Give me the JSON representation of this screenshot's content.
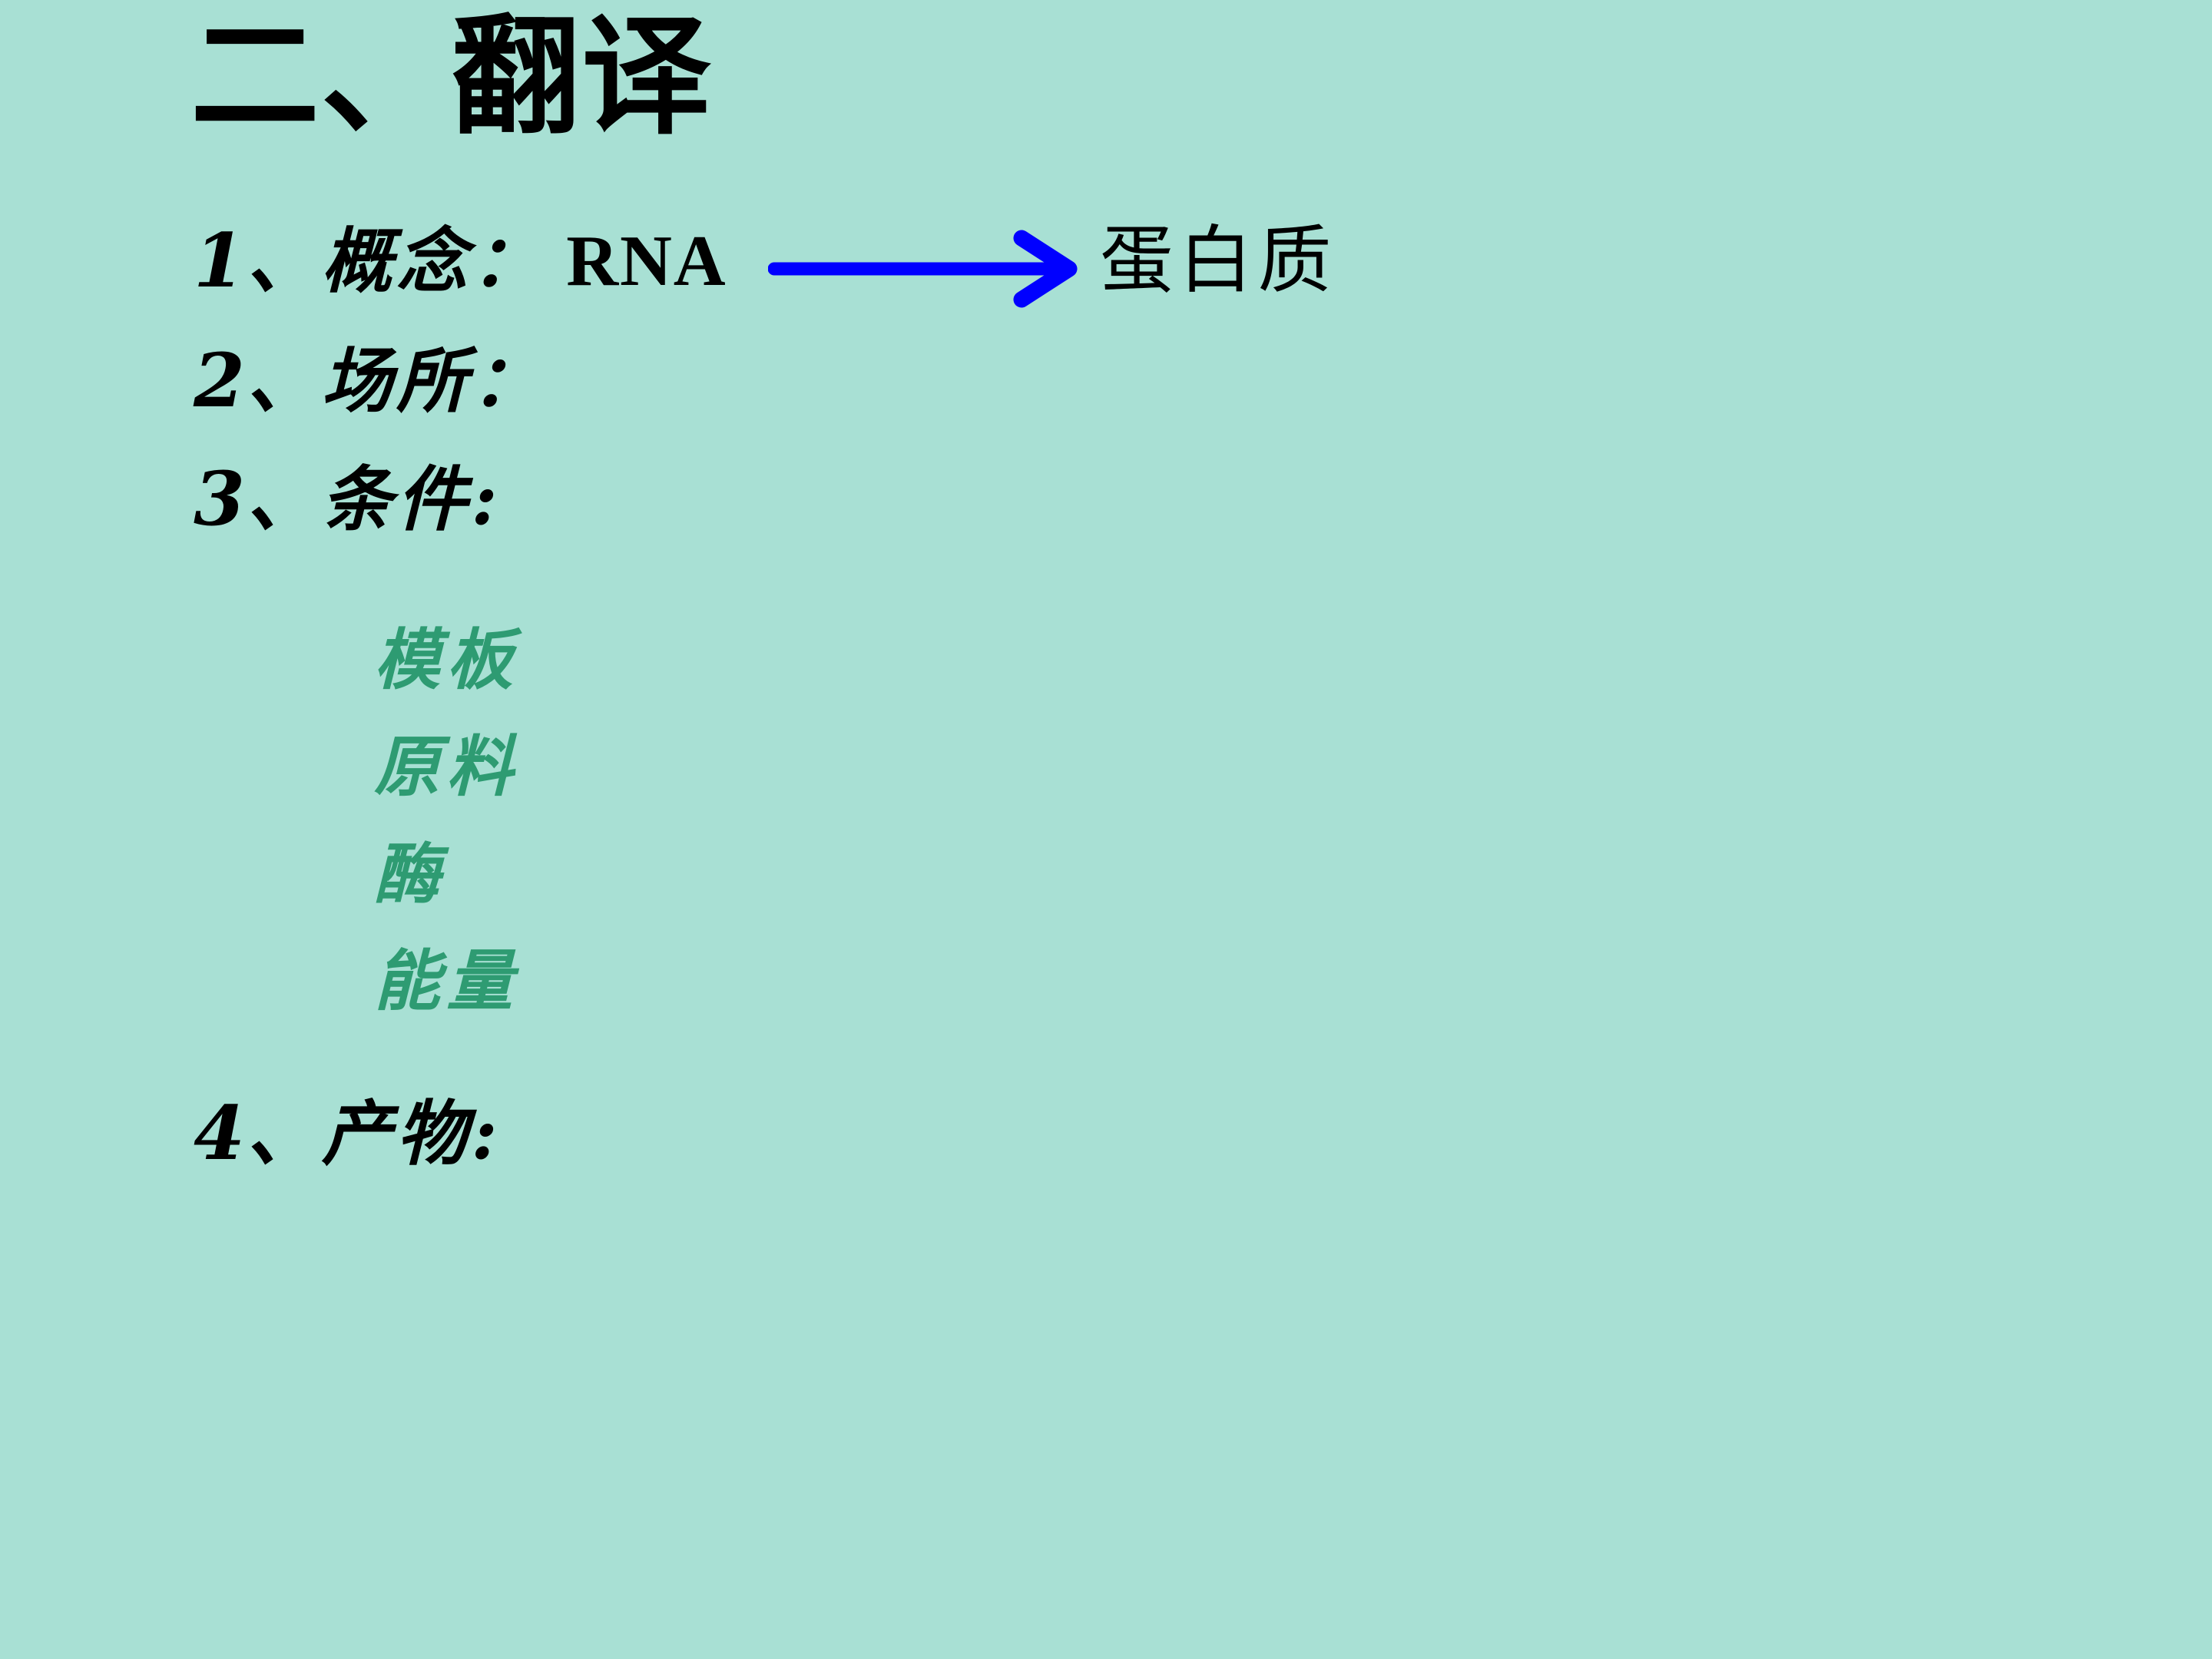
{
  "slide": {
    "background_color": "#a8e0d4",
    "title": "二、翻译",
    "items": [
      {
        "number": "1、",
        "label": "概念：",
        "value_latin": "RNA",
        "arrow": "right-arrow",
        "arrow_color": "#0000ff",
        "target": "蛋白质"
      },
      {
        "number": "2、",
        "label": "场所："
      },
      {
        "number": "3、",
        "label": "条件:"
      },
      {
        "number": "4、",
        "label": "产物:"
      }
    ],
    "conditions": {
      "color": "#2e9b72",
      "entries": [
        "模板",
        "原料",
        "酶",
        "能量"
      ]
    }
  }
}
